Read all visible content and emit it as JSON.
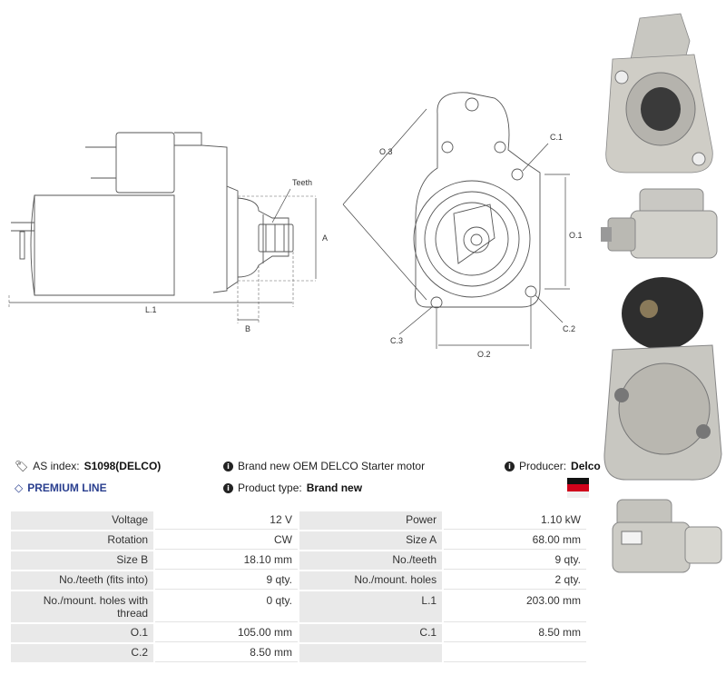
{
  "drawing": {
    "labels": {
      "teeth": "Teeth",
      "a": "A",
      "b": "B",
      "l1": "L.1",
      "o3": "O.3",
      "c1": "C.1",
      "o1": "O.1",
      "c2": "C.2",
      "c3": "C.3",
      "o2": "O.2"
    }
  },
  "info": {
    "as_index_label": "AS index:",
    "as_index_value": "S1098(DELCO)",
    "description": "Brand new OEM DELCO Starter motor",
    "producer_label": "Producer:",
    "producer_value": "Delco",
    "premium_line": "PREMIUM LINE",
    "product_type_label": "Product type:",
    "product_type_value": "Brand new"
  },
  "colors": {
    "accent_blue": "#2a3f8f",
    "flag_top": "#111111",
    "flag_mid": "#d0021b",
    "flag_bottom": "#f0f0f0",
    "label_bg": "#e9e9e9"
  },
  "specs": [
    [
      {
        "label": "Voltage",
        "value": "12 V"
      },
      {
        "label": "Power",
        "value": "1.10 kW"
      }
    ],
    [
      {
        "label": "Rotation",
        "value": "CW"
      },
      {
        "label": "Size A",
        "value": "68.00 mm"
      }
    ],
    [
      {
        "label": "Size B",
        "value": "18.10 mm"
      },
      {
        "label": "No./teeth",
        "value": "9 qty."
      }
    ],
    [
      {
        "label": "No./teeth (fits into)",
        "value": "9 qty."
      },
      {
        "label": "No./mount. holes",
        "value": "2 qty."
      }
    ],
    [
      {
        "label": "No./mount. holes with thread",
        "value": "0 qty."
      },
      {
        "label": "L.1",
        "value": "203.00 mm"
      }
    ],
    [
      {
        "label": "O.1",
        "value": "105.00 mm"
      },
      {
        "label": "C.1",
        "value": "8.50 mm"
      }
    ],
    [
      {
        "label": "C.2",
        "value": "8.50 mm"
      },
      {
        "label": "",
        "value": ""
      }
    ]
  ]
}
